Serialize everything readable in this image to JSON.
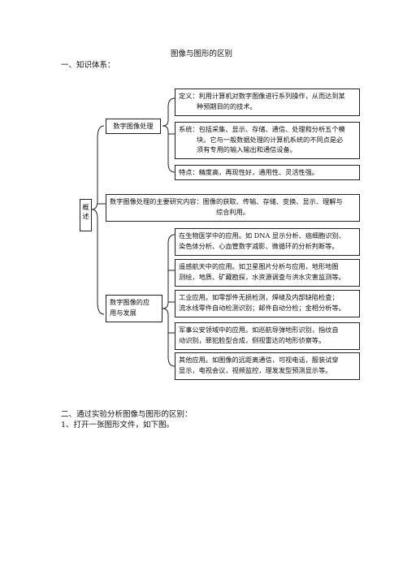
{
  "doc": {
    "title": "图像与图形的区别",
    "section1": "一、知识体系：",
    "section2": "二、通过实验分析图像与图形的区别：",
    "step1": "1、打开一张图形文件，如下图。"
  },
  "diagram": {
    "root": "概述",
    "branch_processing": "数字图像处理",
    "definition": {
      "line1": "定义：利用计算机对数字图像进行系列操作，从而达到某",
      "line2": "种预期目的的技术。"
    },
    "system": {
      "line1": "系统：包括采集、显示、存储、通信、处理和分析五个模",
      "line2": "块。它与一般数据处理的计算机系统的不同点是必",
      "line3": "须有专用的输入输出和通信设备。"
    },
    "features": "特点：精度高，再现性好，通用性、灵活性强。",
    "research": {
      "line1": "数字图像处理的主要研究内容：图像的获取、传输、存储、变换、显示、理解与",
      "line2": "综合利用。"
    },
    "branch_applications": {
      "line1": "数字图像的应",
      "line2": "用与发展"
    },
    "apps": [
      {
        "line1": "在生物医学中的应用。如 DNA 显示分析、癌细胞识别、",
        "line2": "染色体分析、心血管数字减影、微循环的分析判断等。"
      },
      {
        "line1": "遥感航天中的应用。如卫星图片分析与应用，地形地图",
        "line2": "测绘，地质、矿藏勘探，水资源调查与洪水灾害监测等。"
      },
      {
        "line1": "工业应用。如零部件无损检测，焊缝及内部缺陷检查；",
        "line2": "流水线零件自动检测识别；邮件自动分检；金相分析等。"
      },
      {
        "line1": "军事公安领域中的应用。如巡航导弹地形识别，指纹自",
        "line2": "动识别，罪犯脸型合成，侧视雷达的地形侦察等。"
      },
      {
        "line1": "其他应用。如图像的远距离通信，可视电话，服装试穿",
        "line2": "显示，电视会议，视频监控，理发发型预测显示等。"
      }
    ]
  }
}
